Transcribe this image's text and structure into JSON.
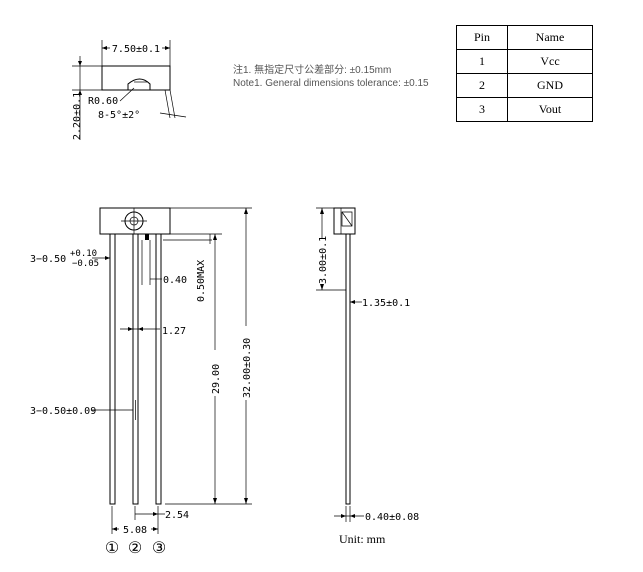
{
  "top_view": {
    "width_dim": "7.50±0.1",
    "height_dim": "2.20±0.1",
    "radius": "R0.60",
    "angle": "8-5°±2°"
  },
  "notes": {
    "cn": "注1. 無指定尺寸公差部分: ±0.15mm",
    "en": "Note1. General dimensions tolerance: ±0.15"
  },
  "pin_table": {
    "headers": [
      "Pin",
      "Name"
    ],
    "rows": [
      {
        "pin": "1",
        "name": "Vcc"
      },
      {
        "pin": "2",
        "name": "GND"
      },
      {
        "pin": "3",
        "name": "Vout"
      }
    ]
  },
  "front_view": {
    "lead_width_top_a": "3−0.50",
    "lead_tol_plus": "+0.10",
    "lead_tol_minus": "−0.05",
    "lead_width_bottom": "3−0.50±0.09",
    "dim_040": "0.40",
    "dim_050max": "0.50MAX",
    "dim_127": "1.27",
    "dim_2900": "29.00",
    "dim_3200": "32.00±0.30",
    "dim_254": "2.54",
    "dim_508": "5.08",
    "pin_marks": [
      "①",
      "②",
      "③"
    ]
  },
  "side_view": {
    "dim_300": "3.00±0.1",
    "dim_135": "1.35±0.1",
    "dim_040": "0.40±0.08",
    "unit": "Unit: mm"
  }
}
